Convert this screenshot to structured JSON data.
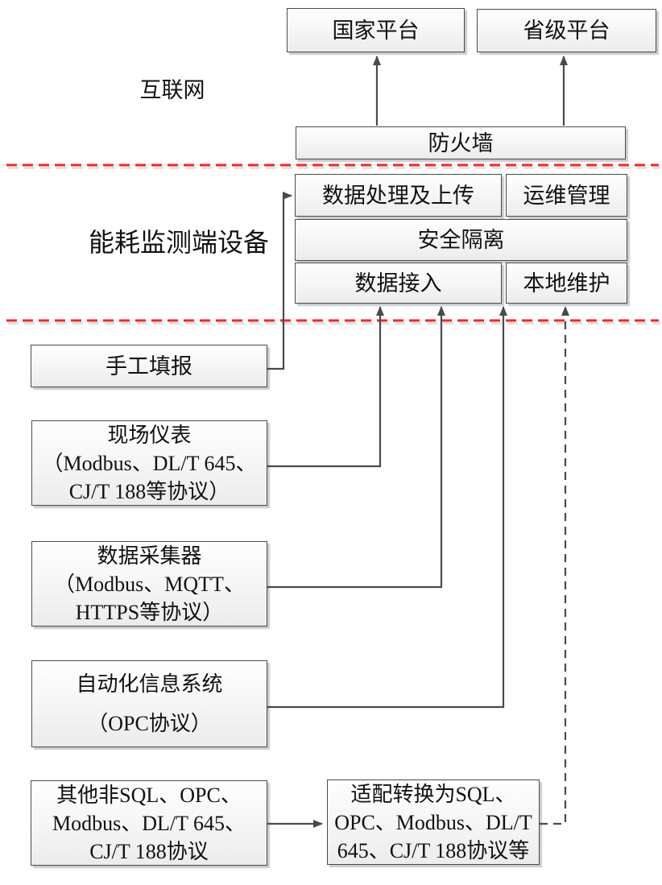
{
  "zones": {
    "internet": "互联网",
    "device": "能耗监测端设备"
  },
  "platforms": {
    "national": "国家平台",
    "provincial": "省级平台"
  },
  "firewall": "防火墙",
  "modules": {
    "data_processing_upload": "数据处理及上传",
    "ops_management": "运维管理",
    "security_isolation": "安全隔离",
    "data_access": "数据接入",
    "local_maintenance": "本地维护"
  },
  "sources": [
    {
      "id": "manual-entry",
      "lines": [
        "手工填报"
      ]
    },
    {
      "id": "field-instruments",
      "lines": [
        "现场仪表",
        "（Modbus、DL/T 645、",
        "CJ/T 188等协议）"
      ]
    },
    {
      "id": "data-collector",
      "lines": [
        "数据采集器",
        "（Modbus、MQTT、",
        "HTTPS等协议）"
      ]
    },
    {
      "id": "automation-system",
      "lines": [
        "自动化信息系统",
        "（OPC协议）"
      ]
    },
    {
      "id": "other-protocols",
      "lines": [
        "其他非SQL、OPC、",
        "Modbus、DL/T 645、",
        "CJ/T 188协议"
      ]
    }
  ],
  "adapter": {
    "lines": [
      "适配转换为SQL、",
      "OPC、Modbus、DL/T",
      "645、CJ/T 188协议等"
    ]
  },
  "colors": {
    "boundary_red": "#f42525",
    "wire_gray": "#4a4a4a",
    "box_border": "#4b4b4b",
    "box_fill_top": "#fefefe",
    "box_fill_bottom": "#ececec"
  }
}
